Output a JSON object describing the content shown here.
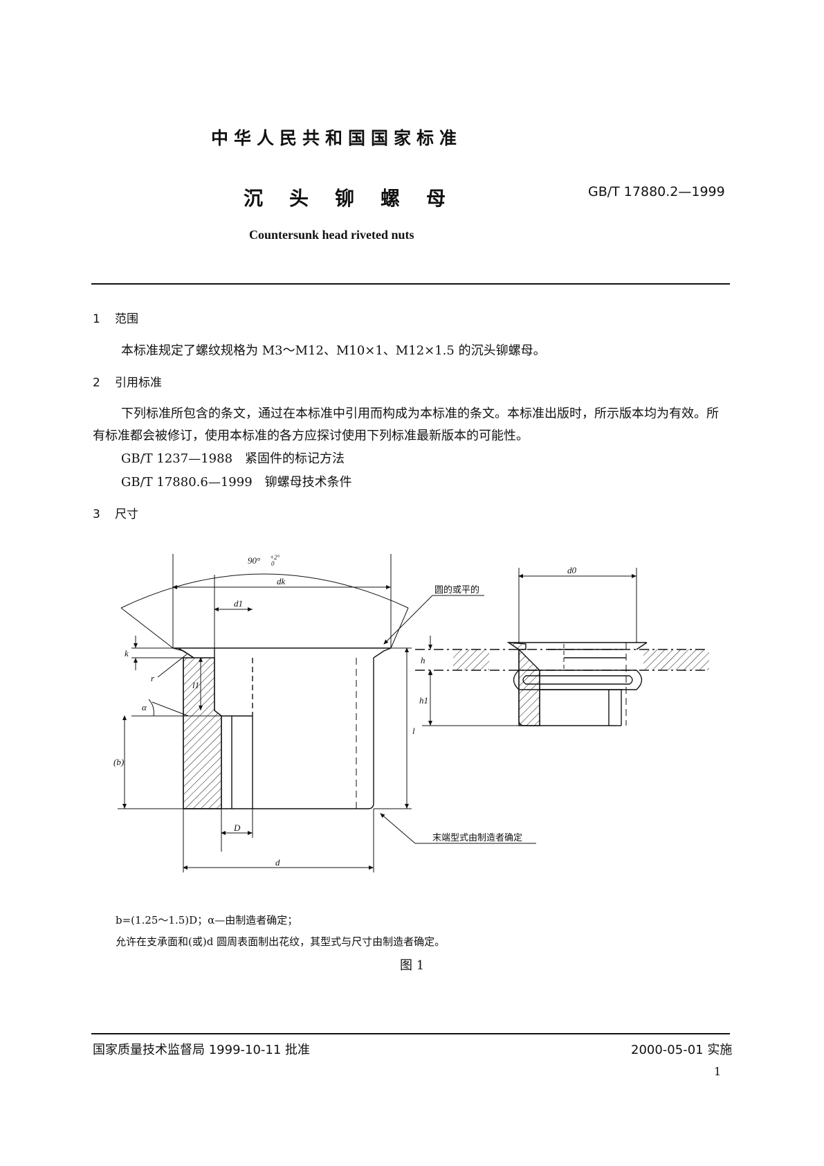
{
  "header": {
    "country_standard": "中华人民共和国国家标准",
    "title_cn": "沉头铆螺母",
    "code": "GB/T 17880.2—1999",
    "title_en": "Countersunk head riveted nuts"
  },
  "sections": {
    "s1": {
      "num": "1",
      "title": "范围",
      "text": "本标准规定了螺纹规格为 M3～M12、M10×1、M12×1.5 的沉头铆螺母。"
    },
    "s2": {
      "num": "2",
      "title": "引用标准",
      "text": "下列标准所包含的条文，通过在本标准中引用而构成为本标准的条文。本标准出版时，所示版本均为有效。所有标准都会被修订，使用本标准的各方应探讨使用下列标准最新版本的可能性。",
      "refs": [
        "GB/T 1237—1988　紧固件的标记方法",
        "GB/T 17880.6—1999　铆螺母技术条件"
      ]
    },
    "s3": {
      "num": "3",
      "title": "尺寸"
    }
  },
  "figure": {
    "labels": {
      "angle": "90°",
      "angle_tol": "+2°",
      "angle_tol_low": "0",
      "dk": "dk",
      "d1": "d1",
      "k": "k",
      "r": "r",
      "l1": "l1",
      "alpha": "α",
      "b": "(b)",
      "l": "l",
      "D": "D",
      "d": "d",
      "d0": "d0",
      "h": "h",
      "h1": "h1",
      "note_round": "圆的或平的",
      "note_end": "末端型式由制造者确定"
    },
    "note_1": "b=(1.25～1.5)D；α—由制造者确定；",
    "note_2": "允许在支承面和(或)d 圆周表面制出花纹，其型式与尺寸由制造者确定。",
    "caption": "图 1"
  },
  "footer": {
    "approval": "国家质量技术监督局 1999-10-11 批准",
    "effective": "2000-05-01 实施",
    "page": "1"
  }
}
